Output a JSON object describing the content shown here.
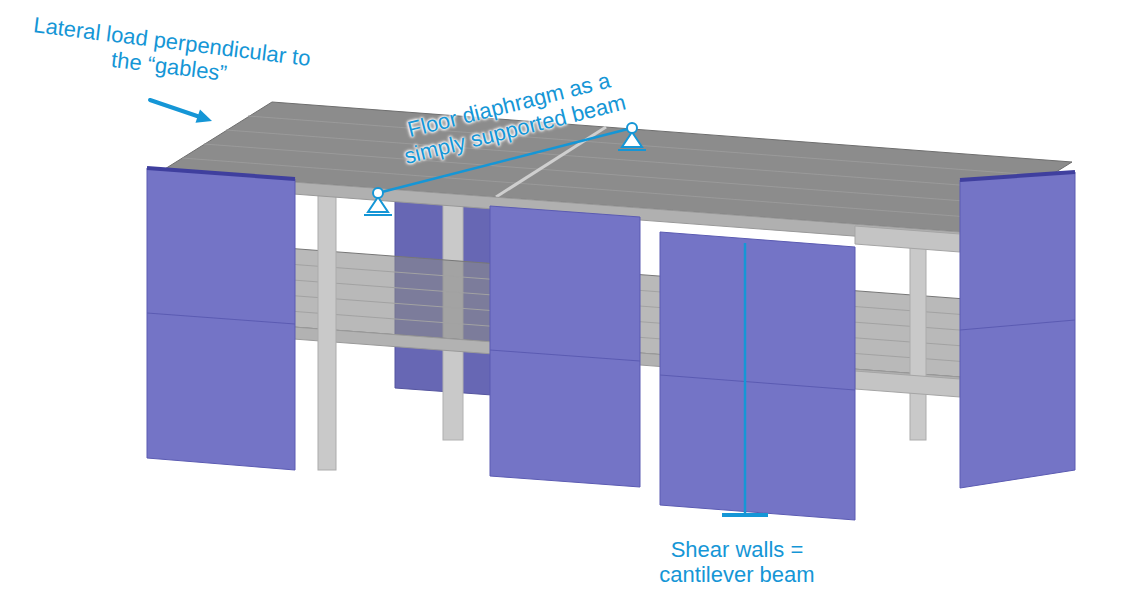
{
  "diagram": {
    "labels": [
      "Lateral load perpendicular to the “gables”",
      "Floor diaphragm as a simply supported beam",
      "Shear walls = cantilever beam"
    ]
  }
}
